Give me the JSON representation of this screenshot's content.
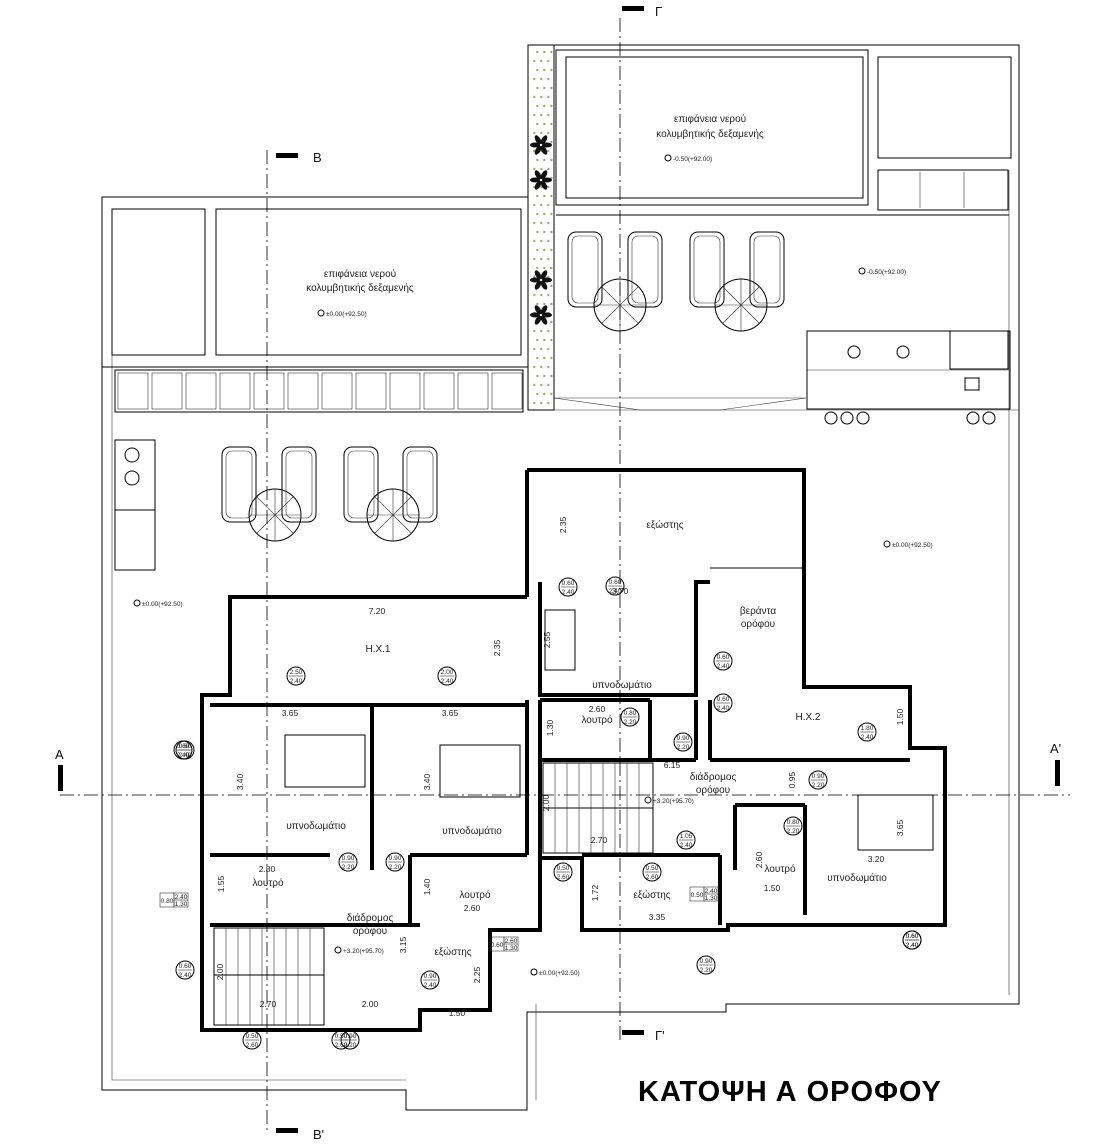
{
  "drawing": {
    "title": "ΚΑΤΟΨΗ Α ΟΡΟΦΟΥ"
  },
  "sections": {
    "a": "A",
    "a_prime": "A'",
    "b": "B",
    "b_prime": "B'",
    "g": "Γ",
    "g_prime": "Γ'"
  },
  "pools": [
    {
      "line1": "επιφάνεια νερού",
      "line2": "κολυμβητικής δεξαμενής",
      "level": "-0.50(+92.00)"
    },
    {
      "line1": "επιφάνεια νερού",
      "line2": "κολυμβητικής δεξαμενής",
      "level": "±0.00(+92.50)"
    }
  ],
  "rooms": {
    "exostis_top": "εξώστης",
    "veranda_1": "βεράντα",
    "veranda_2": "ορόφου",
    "hx1": "Η.Χ.1",
    "hx2": "Η.Χ.2",
    "bedroom_top": "υπνοδωμάτιο",
    "bedroom_left": "υπνοδωμάτιο",
    "bedroom_mid": "υπνοδωμάτιο",
    "bedroom_right": "υπνοδωμάτιο",
    "bath_top": "λουτρό",
    "bath_left": "λουτρό",
    "bath_mid": "λουτρό",
    "bath_right": "λουτρό",
    "corridor_left_1": "διάδρομος",
    "corridor_left_2": "ορόφου",
    "corridor_right_1": "διάδρομος",
    "corridor_right_2": "ορόφου",
    "exostis_left": "εξώστης",
    "exostis_bottom": "εξώστης"
  },
  "levels": {
    "pool_deck_right": "-0.50(+92.00)",
    "ground_right": "±0.00(+92.50)",
    "ground_left": "±0.00(+92.50)",
    "ground_bottom": "±0.00(+92.50)",
    "floor_left": "+3.20(+95.70)",
    "floor_right": "+3.20(+95.70)"
  },
  "dimensions": {
    "hx1_width": "7.20",
    "hx1_depth": "2.35",
    "exostis_depth": "2.35",
    "bed_top_width": "3.70",
    "bed_top_depth": "2.55",
    "bed_left_width": "3.65",
    "bed_mid_width": "3.65",
    "bed_left_depth": "3.40",
    "bed_mid_depth": "3.40",
    "bath_top_width": "2.60",
    "bath_top_depth": "1.30",
    "corridor_right_width": "6.15",
    "hx2_depth": "1.50",
    "corr_right_depth": "0.95",
    "bed_right_width": "3.20",
    "bed_right_depth": "3.65",
    "stair_right_depth": "2.00",
    "stair_right_width": "2.70",
    "bath_left_width": "2.80",
    "bath_left_depth": "1.55",
    "bath_mid_depth": "1.40",
    "bath_mid_width": "2.60",
    "corridor_left_depth": "3.15",
    "exostis_left_depth": "2.25",
    "stair_left_depth": "2.00",
    "stair_left_width": "2.70",
    "corr_left_width": "2.00",
    "exostis_left_width": "1.50",
    "exostis_bottom_depth": "1.72",
    "exostis_bottom_width": "3.35",
    "bath_right_depth": "2.60",
    "bath_right_width": "1.50"
  },
  "openings": [
    {
      "id": "w1",
      "a": "2.50",
      "b": "2.40"
    },
    {
      "id": "w2",
      "a": "2.00",
      "b": "2.40"
    },
    {
      "id": "w3",
      "a": "0.60",
      "b": "2.40"
    },
    {
      "id": "w4",
      "a": "0.60",
      "b": "2.40"
    },
    {
      "id": "w5",
      "a": "0.60",
      "b": "2.40"
    },
    {
      "id": "w6",
      "a": "0.60",
      "b": "2.40"
    },
    {
      "id": "w7",
      "a": "0.80",
      "b": "2.20"
    },
    {
      "id": "w8",
      "a": "0.90",
      "b": "2.20"
    },
    {
      "id": "w9",
      "a": "0.90",
      "b": "2.20"
    },
    {
      "id": "w10",
      "a": "0.90",
      "b": "2.20"
    },
    {
      "id": "w11",
      "a": "1.80",
      "b": "2.40"
    },
    {
      "id": "w12",
      "a": "0.90",
      "b": "2.20"
    },
    {
      "id": "w13",
      "a": "0.80",
      "b": "2.20"
    },
    {
      "id": "w14",
      "a": "1.05",
      "b": "2.40"
    },
    {
      "id": "w15",
      "a": "0.50",
      "b": "2.60"
    },
    {
      "id": "w16",
      "a": "0.50",
      "b": "2.60"
    },
    {
      "id": "w17",
      "a": "0.90",
      "b": "2.20"
    },
    {
      "id": "w18",
      "a": "0.90",
      "b": "2.20"
    },
    {
      "id": "w19",
      "a": "0.90",
      "b": "2.40"
    },
    {
      "id": "w20",
      "a": "0.60",
      "b": "2.40"
    },
    {
      "id": "w21",
      "a": "0.60",
      "b": "2.40"
    },
    {
      "id": "w22",
      "a": "0.50",
      "b": "2.60"
    },
    {
      "id": "w23",
      "a": "0.50",
      "b": "2.60"
    },
    {
      "id": "w24",
      "a": "0.60",
      "b": "2.40"
    },
    {
      "id": "w25",
      "a": "0.60",
      "b": "2.40"
    },
    {
      "id": "w26",
      "a": "0.60",
      "b": "2.40"
    }
  ],
  "rect_tags": [
    {
      "id": "r1",
      "a": "2.40",
      "b": "1.30",
      "c": "0.80"
    },
    {
      "id": "r2",
      "a": "2.60",
      "b": "1.30",
      "c": "0.60"
    },
    {
      "id": "r3",
      "a": "2.40",
      "b": "1.30",
      "c": "0.50"
    }
  ]
}
